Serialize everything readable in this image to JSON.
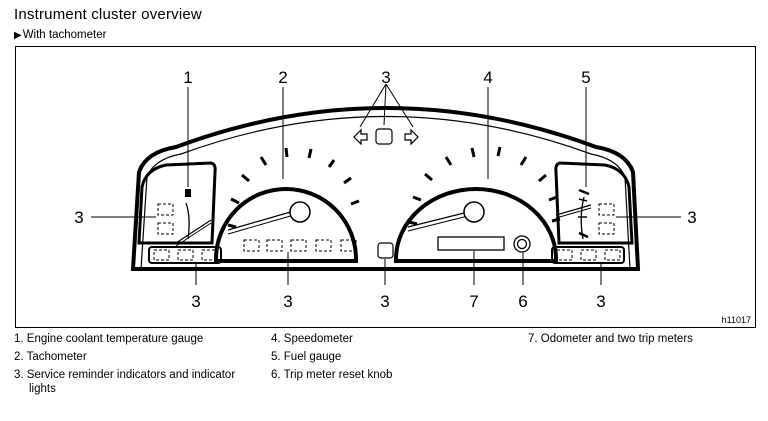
{
  "header": {
    "title": "Instrument cluster overview",
    "subtitle": "With tachometer",
    "subtitle_marker": "▶"
  },
  "figure": {
    "id": "h11017",
    "callouts": {
      "c1": "1",
      "c2": "2",
      "c3top": "3",
      "c4": "4",
      "c5": "5",
      "c3left": "3",
      "c3right": "3",
      "c3b1": "3",
      "c3b2": "3",
      "c3b3": "3",
      "c7": "7",
      "c6": "6",
      "c3b4": "3"
    }
  },
  "legend": {
    "items": [
      {
        "label": "1.  Engine  coolant  temperature  gauge"
      },
      {
        "label": "2.  Tachometer"
      },
      {
        "label": "3.  Service  reminder  indicators  and  indicator  lights"
      },
      {
        "label": "4.  Speedometer"
      },
      {
        "label": "5.  Fuel  gauge"
      },
      {
        "label": "6.  Trip  meter  reset  knob"
      },
      {
        "label": "7.  Odometer  and  two  trip  meters"
      }
    ]
  }
}
